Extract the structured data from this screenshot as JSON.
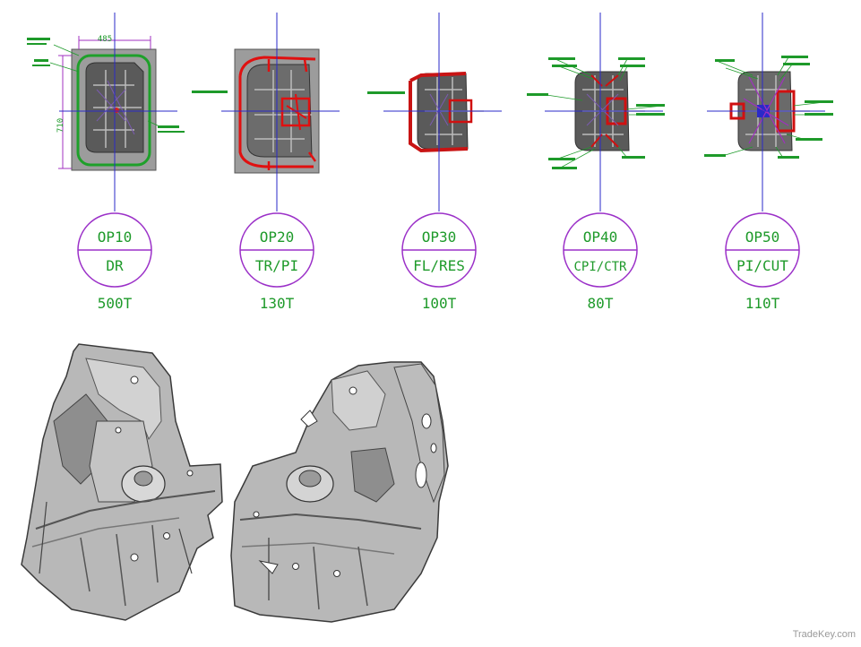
{
  "operations": [
    {
      "op": "OP10",
      "process": "DR",
      "tonnage": "500T",
      "dims": [
        "485",
        "710"
      ]
    },
    {
      "op": "OP20",
      "process": "TR/PI",
      "tonnage": "130T"
    },
    {
      "op": "OP30",
      "process": "FL/RES",
      "tonnage": "100T"
    },
    {
      "op": "OP40",
      "process": "CPI/CTR",
      "tonnage": "80T"
    },
    {
      "op": "OP50",
      "process": "PI/CUT",
      "tonnage": "110T"
    }
  ],
  "parts": [
    {
      "name": "left-panel-part"
    },
    {
      "name": "right-panel-part"
    }
  ],
  "watermark": "TradeKey.com",
  "colors": {
    "label_green": "#1e9a2a",
    "circle_purple": "#9b30c8",
    "axis_blue": "#2a2ac8",
    "trim_red": "#e01010",
    "sheet_gray": "#a8a8a8"
  }
}
